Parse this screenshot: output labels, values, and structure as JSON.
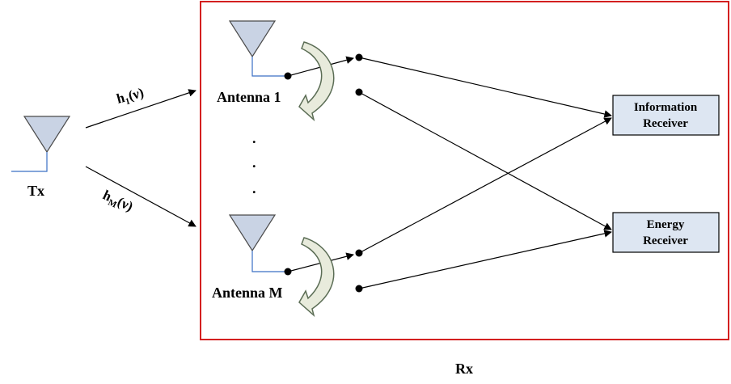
{
  "transmitter": {
    "label": "Tx"
  },
  "receiver": {
    "label": "Rx",
    "border_color": "#d32020"
  },
  "channels": [
    {
      "base": "h",
      "subscript": "1",
      "argument": "(ν)"
    },
    {
      "base": "h",
      "subscript": "M",
      "argument": "(ν)"
    }
  ],
  "antennas": [
    {
      "label": "Antenna 1"
    },
    {
      "label": "Antenna M"
    }
  ],
  "ellipsis": ".",
  "receivers": {
    "information": {
      "line1": "Information",
      "line2": "Receiver"
    },
    "energy": {
      "line1": "Energy",
      "line2": "Receiver"
    },
    "box_fill": "#dde6f2"
  },
  "colors": {
    "antenna_fill": "#c9d3e4",
    "antenna_feed": "#3a6fc4",
    "switch_arrow_fill": "#e8ebdc",
    "switch_arrow_stroke": "#5b6d55"
  }
}
